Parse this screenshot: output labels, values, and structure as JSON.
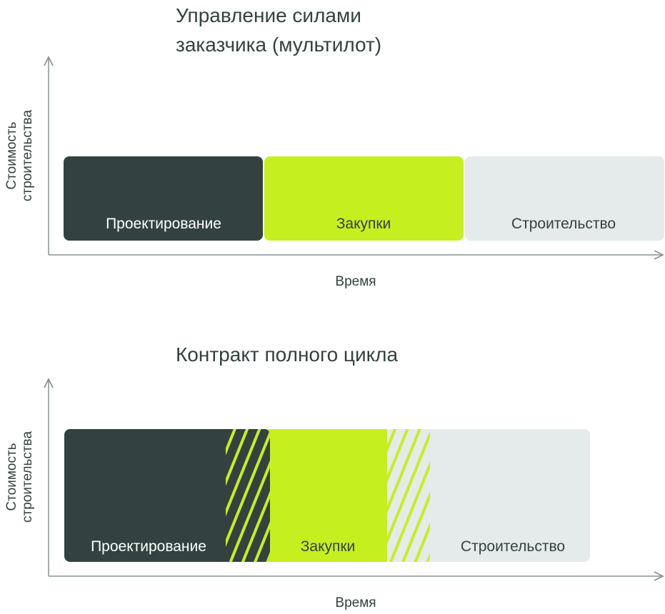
{
  "colors": {
    "dark": "#334240",
    "lime": "#c6ef1f",
    "grey": "#e5eaea",
    "axis": "#8a9392",
    "title": "#334240"
  },
  "top": {
    "title_line1": "Управление силами",
    "title_line2": "заказчика (мультилот)",
    "ylabel_line1": "Стоимость",
    "ylabel_line2": "строительства",
    "xlabel": "Время",
    "phases": [
      "Проектирование",
      "Закупки",
      "Строительство"
    ]
  },
  "bottom": {
    "title": "Контракт полного цикла",
    "ylabel_line1": "Стоимость",
    "ylabel_line2": "строительства",
    "xlabel": "Время",
    "phases": [
      "Проектирование",
      "Закупки",
      "Строительство"
    ]
  }
}
